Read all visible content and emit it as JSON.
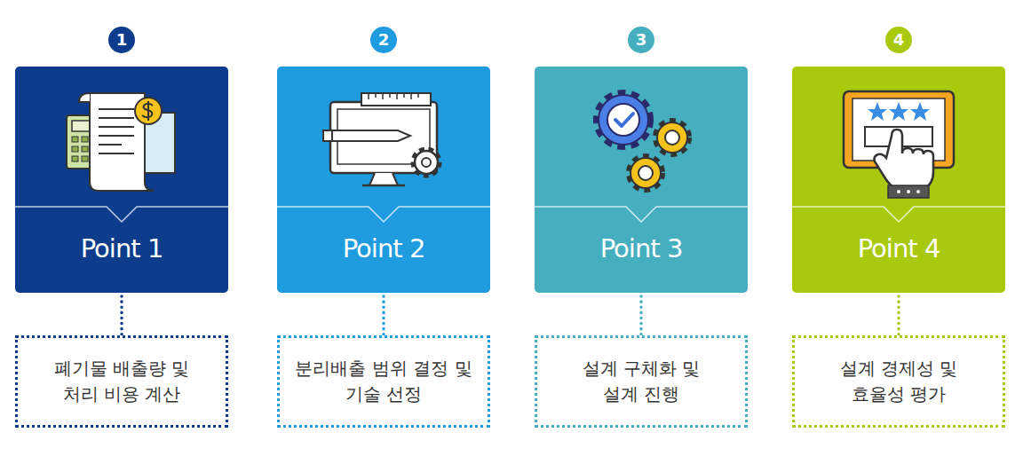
{
  "diagram": {
    "nodes": [
      {
        "text": [
          "1"
        ]
      },
      {
        "text": [
          "Point 1"
        ]
      },
      {
        "text": [
          "폐기물 배출량 및 처리 비용 계산"
        ]
      },
      {
        "text": [
          "2"
        ]
      },
      {
        "text": [
          "Point 2"
        ]
      },
      {
        "text": [
          "분리배출 범위 결정 및 기술 선정"
        ]
      },
      {
        "text": [
          "3"
        ]
      },
      {
        "text": [
          "Point 3"
        ]
      },
      {
        "text": [
          "설계 구체화 및 설계 진행"
        ]
      },
      {
        "text": [
          "4"
        ]
      },
      {
        "text": [
          "Point 4"
        ]
      },
      {
        "text": [
          "설계 경제성 및 효율성 평가"
        ]
      }
    ],
    "edges": [
      {
        "from": 1,
        "to": 2,
        "arrow": "none"
      },
      {
        "from": 4,
        "to": 5,
        "arrow": "none"
      },
      {
        "from": 7,
        "to": 8,
        "arrow": "none"
      },
      {
        "from": 10,
        "to": 11,
        "arrow": "none"
      }
    ]
  }
}
